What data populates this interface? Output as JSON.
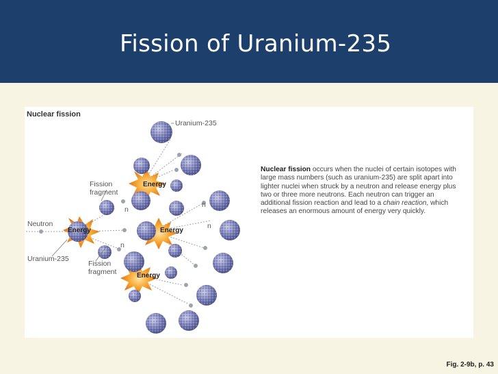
{
  "slide": {
    "title": "Fission of Uranium-235",
    "reference": "Fig. 2-9b, p. 43"
  },
  "figure": {
    "heading": "Nuclear fission",
    "labels": {
      "uranium_top": "Uranium-235",
      "neutron": "Neutron",
      "uranium_left": "Uranium-235",
      "fission_fragment_top": "Fission fragment",
      "fission_fragment_bottom": "Fission fragment",
      "energy": "Energy",
      "n": "n"
    },
    "description": {
      "term": "Nuclear fission",
      "before_italic": " occurs when the nuclei of certain isotopes with large mass numbers (such as uranium-235) are split apart into lighter nuclei when struck by a neutron and release energy plus two or three more neutrons. Each neutron can trigger an additional fission reaction and lead to a ",
      "italic": "chain reaction",
      "after_italic": ", which releases an enormous amount of energy very quickly."
    }
  },
  "colors": {
    "title_bar": "#1c3f6b",
    "background": "#f7f4e3",
    "nucleus": "#7b7fb8",
    "burst": "#f08a1c",
    "burst_core": "#ffd27a"
  }
}
